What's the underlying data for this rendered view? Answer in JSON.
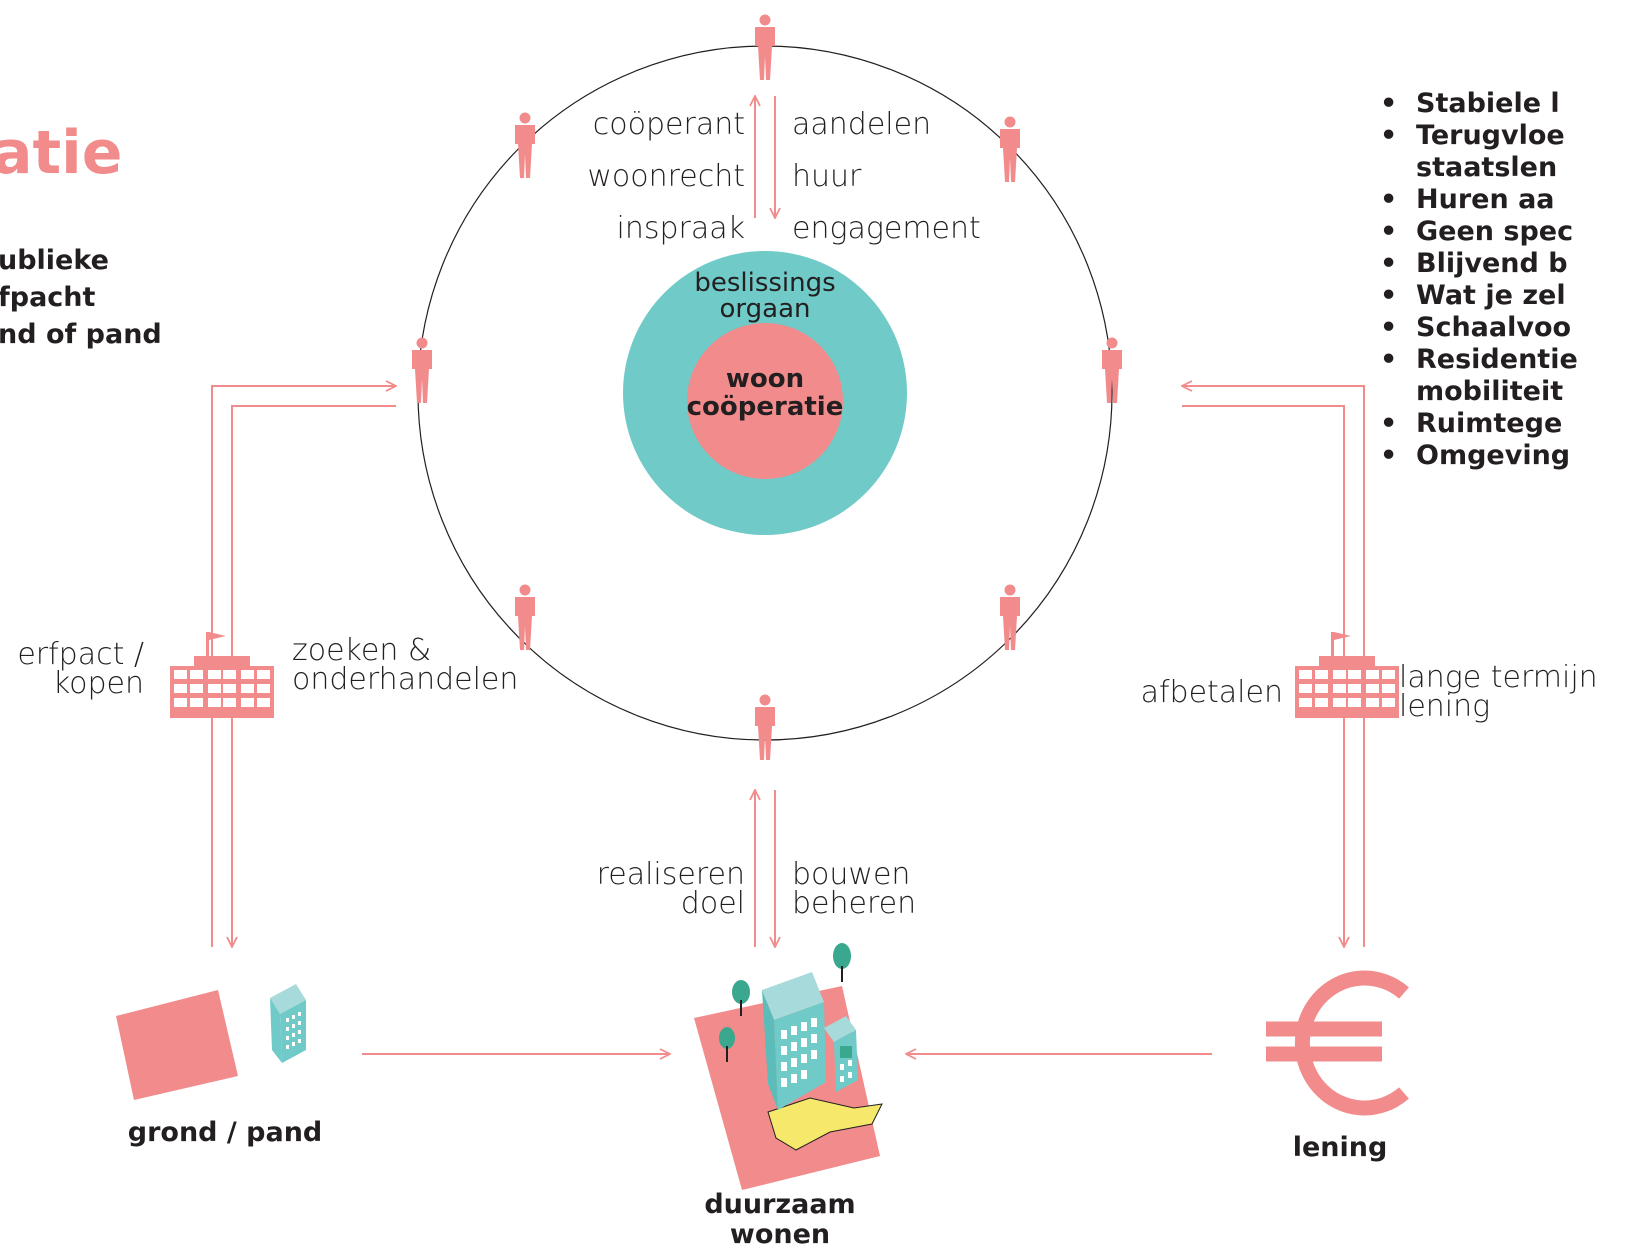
{
  "title": "atie",
  "left_note": [
    "ublieke",
    "fpacht",
    "nd of pand"
  ],
  "bullets": [
    {
      "text": "Stabiele l"
    },
    {
      "text": "Terugvloe",
      "cont": "staatslen"
    },
    {
      "text": "Huren aa"
    },
    {
      "text": "Geen spec"
    },
    {
      "text": "Blijvend b"
    },
    {
      "text": "Wat je zel"
    },
    {
      "text": "Schaalvoo"
    },
    {
      "text": "Residentie",
      "cont": "mobiliteit"
    },
    {
      "text": "Ruimtege"
    },
    {
      "text": "Omgeving"
    }
  ],
  "circle": {
    "left_terms": [
      "coöperant",
      "woonrecht",
      "inspraak"
    ],
    "right_terms": [
      "aandelen",
      "huur",
      "engagement"
    ],
    "decision_body": [
      "beslissings",
      "orgaan"
    ],
    "core": [
      "woon",
      "coöperatie"
    ]
  },
  "left_flow": {
    "left_label": [
      "erfpact /",
      "kopen"
    ],
    "right_label": [
      "zoeken &",
      "onderhandelen"
    ]
  },
  "right_flow": {
    "left_label": "afbetalen",
    "right_label": [
      "lange termijn",
      "lening"
    ]
  },
  "bottom_flow": {
    "left_label": [
      "realiseren",
      "doel"
    ],
    "right_label": [
      "bouwen",
      "beheren"
    ]
  },
  "nodes": {
    "ground": "grond / pand",
    "living": [
      "duurzaam",
      "wonen"
    ],
    "loan": "lening"
  },
  "icons": [
    "person-icon",
    "bank-building-icon",
    "euro-icon",
    "ground-plot-icon",
    "apartment-building-icon",
    "housing-project-icon"
  ],
  "colors": {
    "pink": "#f28b8b",
    "teal": "#6fcac8",
    "yellow": "#f5e86b",
    "tree": "#3aa88e",
    "dark": "#231f20"
  }
}
